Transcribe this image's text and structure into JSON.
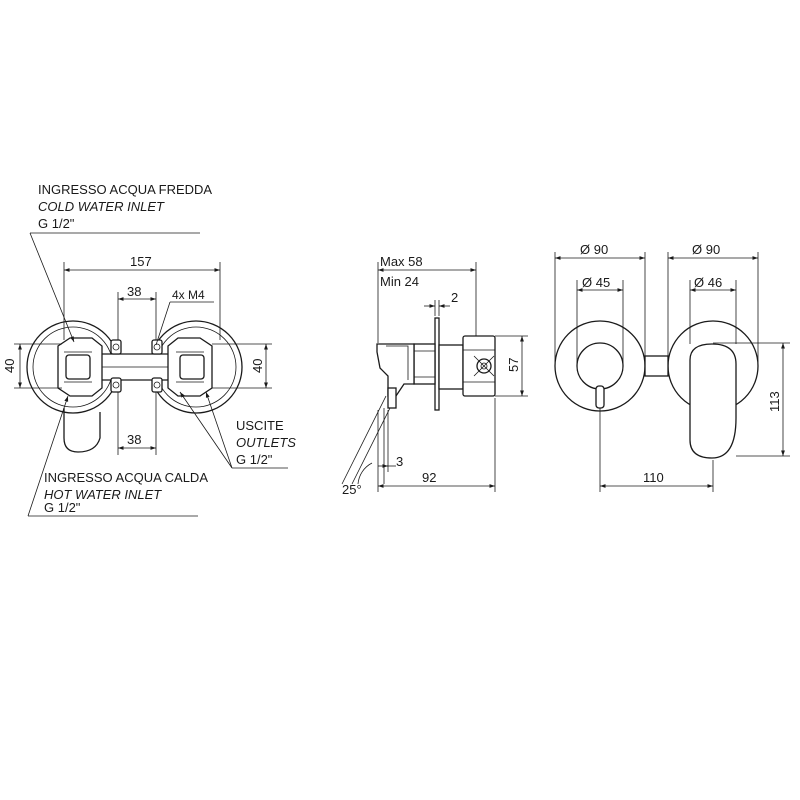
{
  "labels": {
    "cold_inlet_it": "INGRESSO ACQUA FREDDA",
    "cold_inlet_en": "COLD WATER INLET",
    "cold_inlet_size": "G 1/2\"",
    "hot_inlet_it": "INGRESSO ACQUA CALDA",
    "hot_inlet_en": "HOT WATER INLET",
    "hot_inlet_size": "G 1/2\"",
    "outlets_it": "USCITE",
    "outlets_en": "OUTLETS",
    "outlets_size": "G 1/2\"",
    "screws": "4x M4"
  },
  "dimensions": {
    "overall_width": "157",
    "spacing_top": "38",
    "spacing_bottom": "38",
    "left_height": "40",
    "right_height": "40",
    "depth_max": "Max 58",
    "depth_min": "Min 24",
    "plate_thickness": "2",
    "body_height": "57",
    "lever_offset": "3",
    "lever_angle": "25°",
    "side_depth": "92",
    "rosette_dia_1": "Ø 90",
    "rosette_dia_2": "Ø 90",
    "cap_dia_1": "Ø 45",
    "cap_dia_2": "Ø 46",
    "front_width": "110",
    "front_height": "113"
  }
}
